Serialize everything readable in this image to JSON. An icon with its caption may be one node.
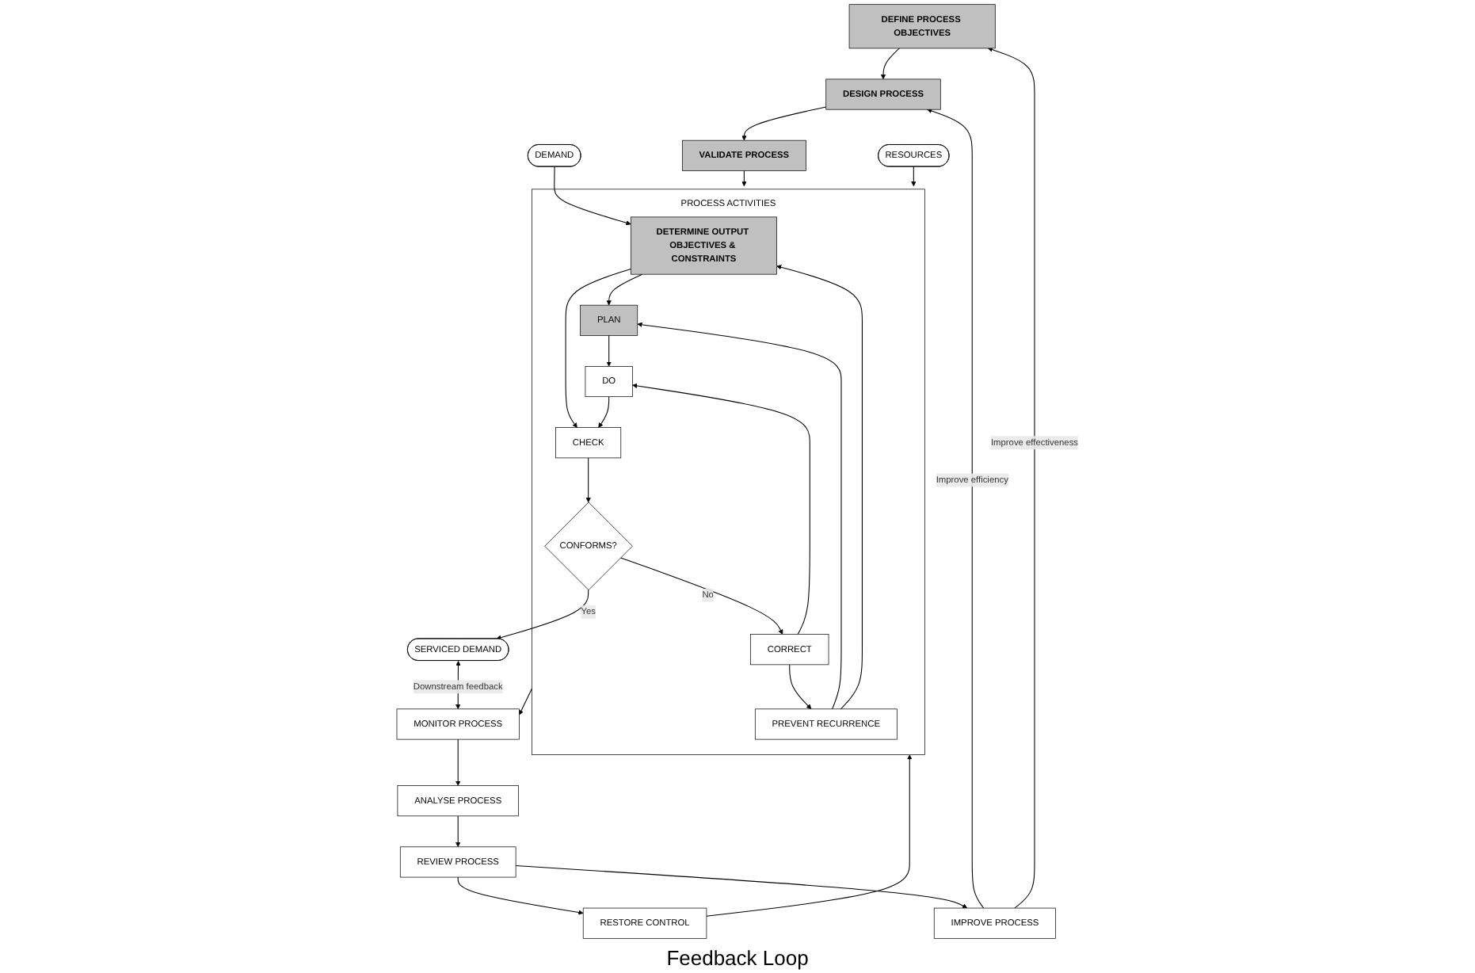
{
  "diagram": {
    "nodes": [
      {
        "text": [
          "DEFINE PROCESS OBJECTIVES"
        ]
      },
      {
        "text": [
          "DESIGN PROCESS"
        ]
      },
      {
        "text": [
          "VALIDATE PROCESS"
        ]
      },
      {
        "text": [
          "DEMAND"
        ]
      },
      {
        "text": [
          "RESOURCES"
        ]
      },
      {
        "text": [
          "PROCESS ACTIVITIES"
        ]
      },
      {
        "text": [
          "DETERMINE OUTPUT OBJECTIVES & CONSTRAINTS"
        ],
        "in": 5
      },
      {
        "text": [
          "PLAN"
        ],
        "in": 5
      },
      {
        "text": [
          "DO"
        ],
        "in": 5
      },
      {
        "text": [
          "CHECK"
        ],
        "in": 5
      },
      {
        "text": [
          "CONFORMS?"
        ],
        "in": 5
      },
      {
        "text": [
          "PREVENT RECURRENCE"
        ],
        "in": 5
      },
      {
        "text": [
          "CORRECT"
        ],
        "in": 5
      },
      {
        "text": [
          "SERVICED DEMAND"
        ]
      },
      {
        "text": [
          "MONITOR PROCESS"
        ]
      },
      {
        "text": [
          "ANALYSE PROCESS"
        ]
      },
      {
        "text": [
          "REVIEW PROCESS"
        ]
      },
      {
        "text": [
          "RESTORE CONTROL"
        ]
      },
      {
        "text": [
          "IMPROVE PROCESS"
        ]
      }
    ],
    "edges": [
      {
        "from": 0,
        "to": 1,
        "arrow": "to"
      },
      {
        "from": 1,
        "to": 2,
        "arrow": "to"
      },
      {
        "from": 2,
        "to": 5,
        "arrow": "to"
      },
      {
        "from": 3,
        "to": 6,
        "arrow": "to"
      },
      {
        "from": 4,
        "to": 5,
        "arrow": "to"
      },
      {
        "from": 6,
        "to": 7,
        "arrow": "to"
      },
      {
        "from": 6,
        "to": 9,
        "arrow": "to"
      },
      {
        "from": 7,
        "to": 8,
        "arrow": "to"
      },
      {
        "from": 8,
        "to": 9,
        "arrow": "to"
      },
      {
        "from": 9,
        "to": 10,
        "arrow": "to"
      },
      {
        "from": 10,
        "to": 13,
        "arrow": "to",
        "label": "Yes"
      },
      {
        "from": 10,
        "to": 12,
        "arrow": "to",
        "label": "No"
      },
      {
        "from": 12,
        "to": 8,
        "arrow": "to"
      },
      {
        "from": 12,
        "to": 11,
        "arrow": "to"
      },
      {
        "from": 11,
        "to": 7,
        "arrow": "to"
      },
      {
        "from": 11,
        "to": 6,
        "arrow": "to"
      },
      {
        "from": 5,
        "to": 14,
        "arrow": "to"
      },
      {
        "from": 13,
        "to": 14,
        "arrow": "both",
        "label": "Downstream feedback"
      },
      {
        "from": 14,
        "to": 15,
        "arrow": "to"
      },
      {
        "from": 15,
        "to": 16,
        "arrow": "to"
      },
      {
        "from": 16,
        "to": 17,
        "arrow": "to"
      },
      {
        "from": 16,
        "to": 18,
        "arrow": "to"
      },
      {
        "from": 17,
        "to": 5,
        "arrow": "to"
      },
      {
        "from": 18,
        "to": 1,
        "arrow": "to",
        "label": "Improve efficiency"
      },
      {
        "from": 18,
        "to": 0,
        "arrow": "to",
        "label": "Improve effectiveness"
      }
    ],
    "labels": [
      "Feedback Loop"
    ]
  }
}
